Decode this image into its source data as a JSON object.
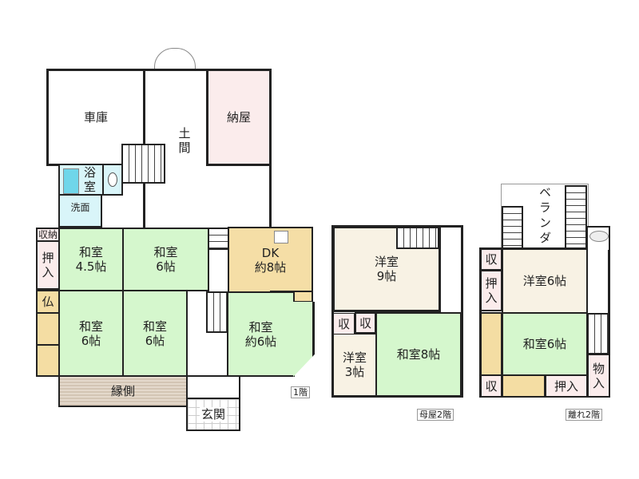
{
  "floor1": {
    "label": "1階",
    "garage": "車庫",
    "doma": "土\n間",
    "storehouse": "納屋",
    "bath": "浴\n室",
    "washroom": "洗面",
    "storage": "収納",
    "closet": "押\n入",
    "altar": "仏",
    "washitsu_45": "和室\n4.5帖",
    "washitsu_6a": "和室\n6帖",
    "dk": "DK\n約8帖",
    "washitsu_6b": "和室\n6帖",
    "washitsu_6c": "和室\n6帖",
    "washitsu_6d": "和室\n約6帖",
    "engawa": "縁側",
    "genkan": "玄関"
  },
  "main_floor2": {
    "label": "母屋2階",
    "western_9": "洋室\n9帖",
    "storage_a": "収",
    "storage_b": "収",
    "western_3": "洋室\n3帖",
    "washitsu_8": "和室8帖"
  },
  "annex_floor2": {
    "label": "離れ2階",
    "veranda": "ベランダ",
    "storage_a": "収",
    "closet_a": "押\n入",
    "western_6": "洋室6帖",
    "washitsu_6": "和室6帖",
    "storage_b": "収",
    "closet_b": "押入",
    "cupboard": "物\n入"
  }
}
